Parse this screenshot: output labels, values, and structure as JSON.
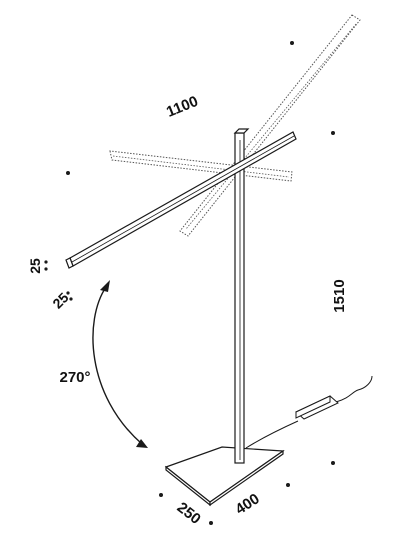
{
  "dimensions": {
    "arm_length": "1100",
    "height": "1510",
    "rotation": "270°",
    "arm_profile_a": "25",
    "arm_profile_b": "25",
    "base_width": "400",
    "base_depth": "250"
  },
  "colors": {
    "line": "#1a1a1a",
    "ghost": "#555555",
    "fill": "#ffffff"
  }
}
